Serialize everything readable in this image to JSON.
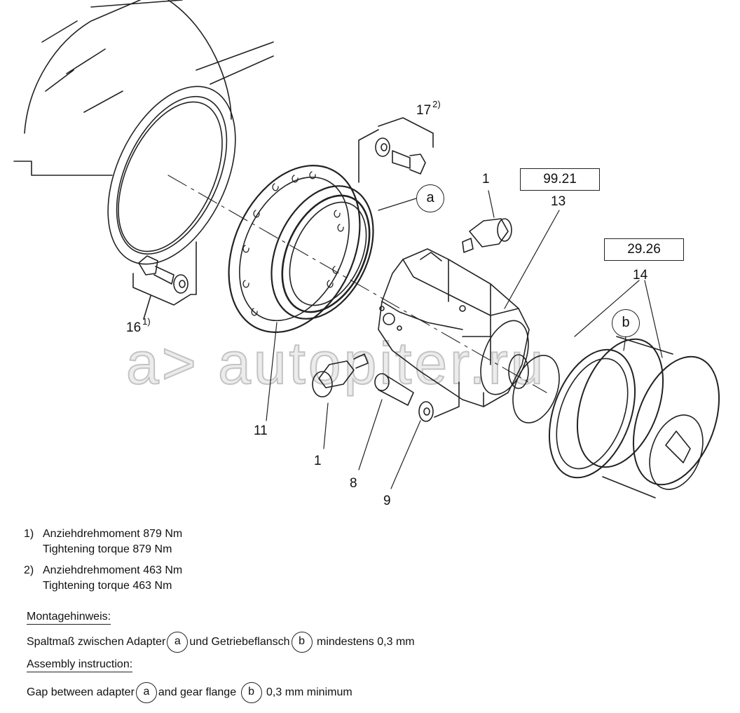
{
  "diagram": {
    "part_labels": {
      "p17": {
        "num": "17",
        "note": "2)"
      },
      "p16": {
        "num": "16",
        "note": "1)"
      },
      "p11": "11",
      "p1_top": "1",
      "p1_bottom": "1",
      "p13": "13",
      "p14": "14",
      "p8": "8",
      "p9": "9"
    },
    "ref_boxes": {
      "r13": "99.21",
      "r14": "29.26"
    },
    "callouts": {
      "a": "a",
      "b": "b"
    },
    "watermark": "a> autopiter.ru"
  },
  "notes": {
    "n1_num": "1)",
    "n1_de": "Anziehdrehmoment 879 Nm",
    "n1_en": "Tightening torque 879 Nm",
    "n2_num": "2)",
    "n2_de": "Anziehdrehmoment 463 Nm",
    "n2_en": "Tightening torque 463 Nm",
    "de_heading": "Montagehinweis:",
    "de_text_1": "Spaltmaß zwischen Adapter",
    "de_a": "a",
    "de_text_2": "und Getriebeflansch",
    "de_b": "b",
    "de_text_3": "mindestens 0,3 mm",
    "en_heading": "Assembly instruction:",
    "en_text_1": "Gap between adapter",
    "en_a": "a",
    "en_text_2": "and gear flange",
    "en_b": "b",
    "en_text_3": "0,3 mm minimum"
  }
}
